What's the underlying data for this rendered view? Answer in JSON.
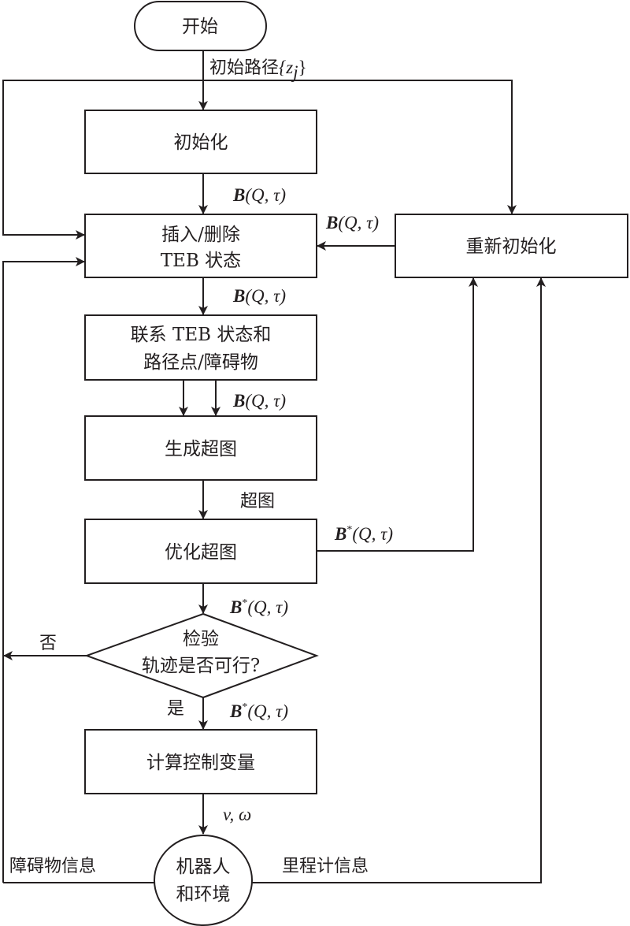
{
  "diagram": {
    "type": "flowchart",
    "nodes": {
      "start": {
        "shape": "terminal",
        "label": "开始"
      },
      "init": {
        "shape": "process",
        "label": "初始化"
      },
      "insert_delete": {
        "shape": "process",
        "lines": [
          "插入/删除",
          "TEB 状态"
        ]
      },
      "reinit": {
        "shape": "process",
        "label": "重新初始化"
      },
      "associate": {
        "shape": "process",
        "lines": [
          "联系 TEB 状态和",
          "路径点/障碍物"
        ]
      },
      "build_graph": {
        "shape": "process",
        "label": "生成超图"
      },
      "optimize_graph": {
        "shape": "process",
        "label": "优化超图"
      },
      "check": {
        "shape": "decision",
        "lines": [
          "检验",
          "轨迹是否可行?"
        ]
      },
      "compute_control": {
        "shape": "process",
        "label": "计算控制变量"
      },
      "robot_env": {
        "shape": "ellipse",
        "lines": [
          "机器人",
          "和环境"
        ]
      }
    },
    "edge_labels": {
      "initial_path": {
        "text": "初始路径",
        "math": "{z",
        "sub": "j",
        "close": "}"
      },
      "b_init_to_insert": {
        "bold": "B",
        "rest": "(Q, τ)"
      },
      "b_reinit_to_insert": {
        "bold": "B",
        "rest": "(Q, τ)"
      },
      "b_insert_to_assoc": {
        "bold": "B",
        "rest": "(Q, τ)"
      },
      "b_assoc_to_graph": {
        "bold": "B",
        "rest": "(Q, τ)"
      },
      "hypergraph": {
        "text": "超图"
      },
      "bstar_opt_to_reinit": {
        "bold": "B",
        "sup": "*",
        "rest": "(Q, τ)"
      },
      "bstar_opt_to_check": {
        "bold": "B",
        "sup": "*",
        "rest": "(Q, τ)"
      },
      "bstar_check_to_compute": {
        "bold": "B",
        "sup": "*",
        "rest": "(Q, τ)"
      },
      "no": {
        "text": "否"
      },
      "yes": {
        "text": "是"
      },
      "v_omega": {
        "text": "v, ω"
      },
      "obstacle_info": {
        "text": "障碍物信息"
      },
      "odometry_info": {
        "text": "里程计信息"
      }
    },
    "edges": [
      {
        "from": "start",
        "to": "init",
        "label": "initial_path"
      },
      {
        "from": "start",
        "to": "reinit",
        "label": "initial_path"
      },
      {
        "from": "start",
        "to": "insert_delete",
        "label": "initial_path",
        "route": "left-loop"
      },
      {
        "from": "init",
        "to": "insert_delete",
        "label": "b_init_to_insert"
      },
      {
        "from": "reinit",
        "to": "insert_delete",
        "label": "b_reinit_to_insert"
      },
      {
        "from": "insert_delete",
        "to": "associate",
        "label": "b_insert_to_assoc"
      },
      {
        "from": "associate",
        "to": "build_graph",
        "label": "b_assoc_to_graph",
        "count": 2
      },
      {
        "from": "build_graph",
        "to": "optimize_graph",
        "label": "hypergraph"
      },
      {
        "from": "optimize_graph",
        "to": "reinit",
        "label": "bstar_opt_to_reinit"
      },
      {
        "from": "optimize_graph",
        "to": "check",
        "label": "bstar_opt_to_check"
      },
      {
        "from": "check",
        "to": "compute_control",
        "label": "yes"
      },
      {
        "from": "check",
        "to": "insert_delete",
        "label": "no",
        "route": "left-loop"
      },
      {
        "from": "compute_control",
        "to": "robot_env",
        "label": "v_omega"
      },
      {
        "from": "robot_env",
        "to": "insert_delete",
        "label": "obstacle_info",
        "route": "left-loop"
      },
      {
        "from": "robot_env",
        "to": "reinit",
        "label": "odometry_info",
        "route": "right-loop"
      }
    ]
  }
}
